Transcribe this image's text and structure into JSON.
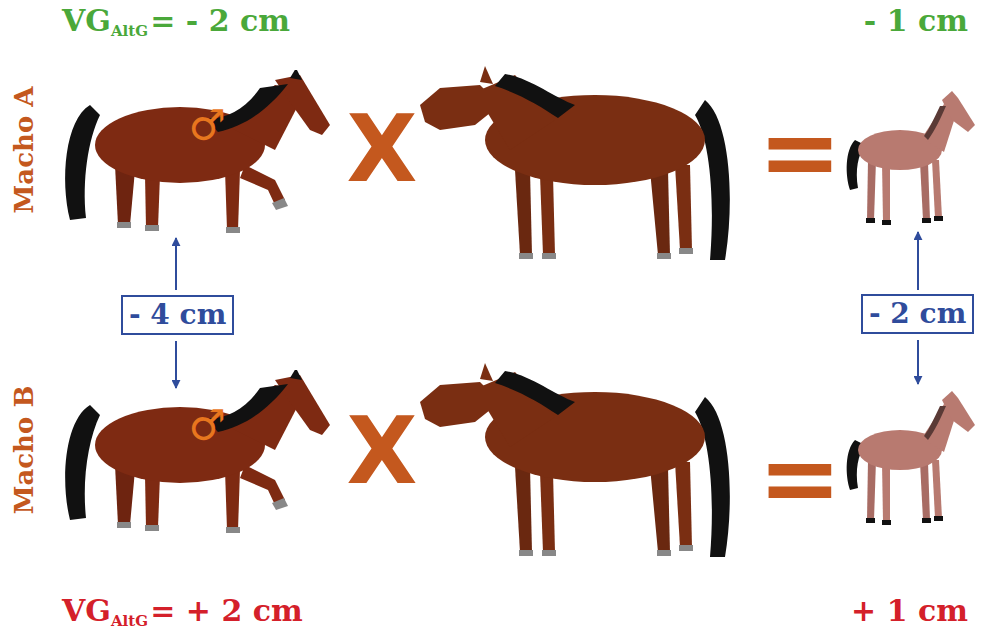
{
  "diagram": {
    "nodes": [
      {
        "text": [
          "- 4 cm"
        ]
      },
      {
        "text": [
          "- 2 cm"
        ]
      }
    ],
    "labels": [
      "VG",
      "AltG",
      "= - 2 cm",
      "- 1 cm",
      "Macho A",
      "♂",
      "X",
      "=",
      "Macho B",
      "♂",
      "X",
      "=",
      "VG",
      "AltG",
      "= + 2 cm",
      "+ 1 cm"
    ]
  }
}
